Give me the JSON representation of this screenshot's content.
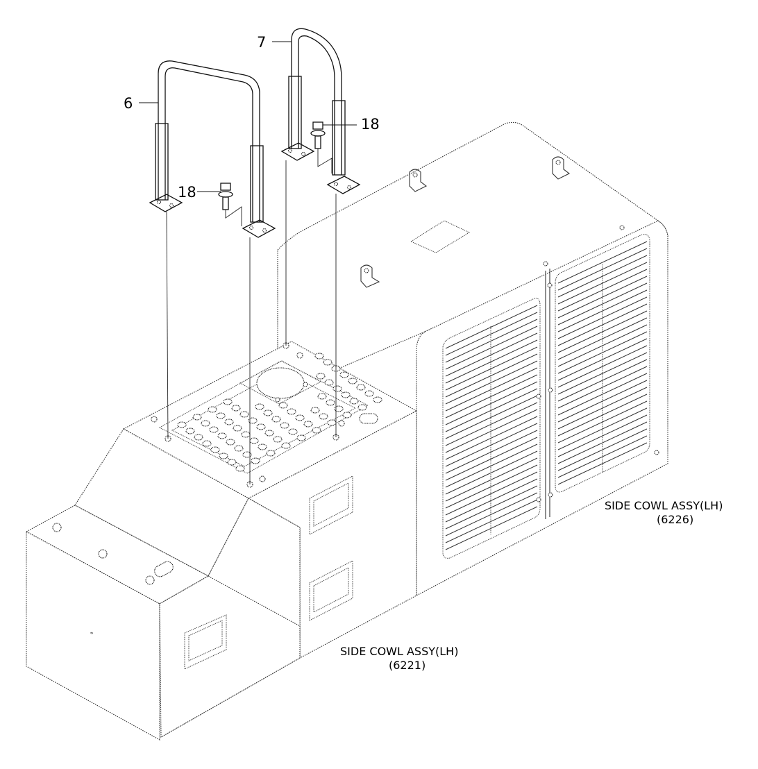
{
  "labels": {
    "callout_6": "6",
    "callout_7": "7",
    "callout_18_a": "18",
    "callout_18_b": "18"
  },
  "captions": {
    "rear_name": "SIDE COWL ASSY(LH)",
    "rear_code": "(6226)",
    "front_name": "SIDE COWL ASSY(LH)",
    "front_code": "(6221)"
  },
  "colors": {
    "line": "#333333",
    "background": "#ffffff"
  }
}
